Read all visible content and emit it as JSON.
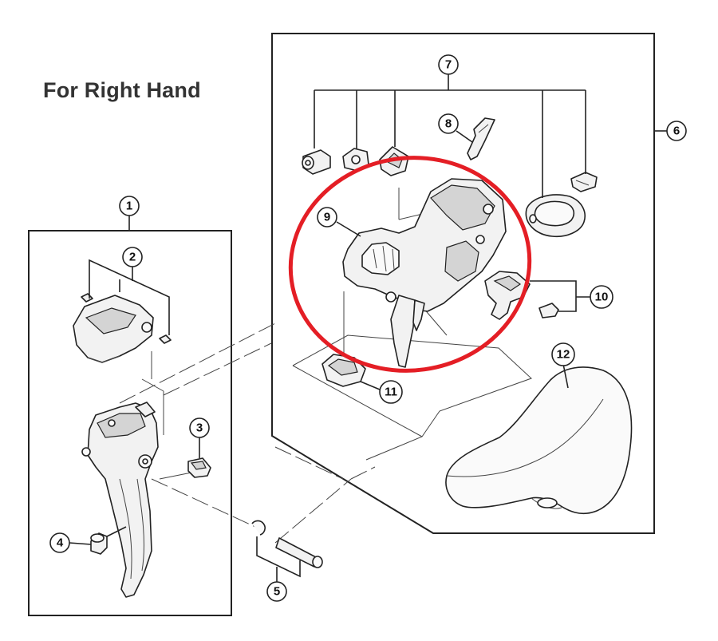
{
  "title": "For Right Hand",
  "callouts": [
    {
      "id": "1",
      "label": "1"
    },
    {
      "id": "2",
      "label": "2"
    },
    {
      "id": "3",
      "label": "3"
    },
    {
      "id": "4",
      "label": "4"
    },
    {
      "id": "5",
      "label": "5"
    },
    {
      "id": "6",
      "label": "6"
    },
    {
      "id": "7",
      "label": "7"
    },
    {
      "id": "8",
      "label": "8"
    },
    {
      "id": "9",
      "label": "9"
    },
    {
      "id": "10",
      "label": "10"
    },
    {
      "id": "11",
      "label": "11"
    },
    {
      "id": "12",
      "label": "12"
    }
  ],
  "colors": {
    "line": "#222222",
    "highlight": "#e41e25",
    "title": "#333333"
  }
}
